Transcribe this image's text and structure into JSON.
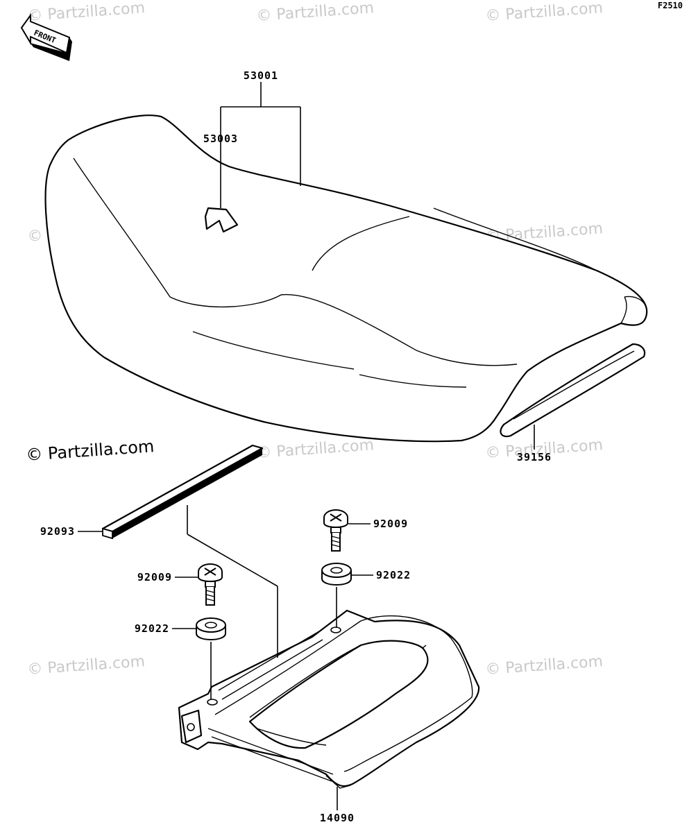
{
  "figure_code": "F2510",
  "front_arrow_text": "FRONT",
  "watermark_text": "© Partzilla.com",
  "parts": {
    "seat_assembly": "53001",
    "seat_cover": "53003",
    "seat_trim": "39156",
    "strip": "92093",
    "bolt_right": "92009",
    "bolt_left": "92009",
    "collar_right": "92022",
    "collar_left": "92022",
    "seat_base": "14090"
  }
}
